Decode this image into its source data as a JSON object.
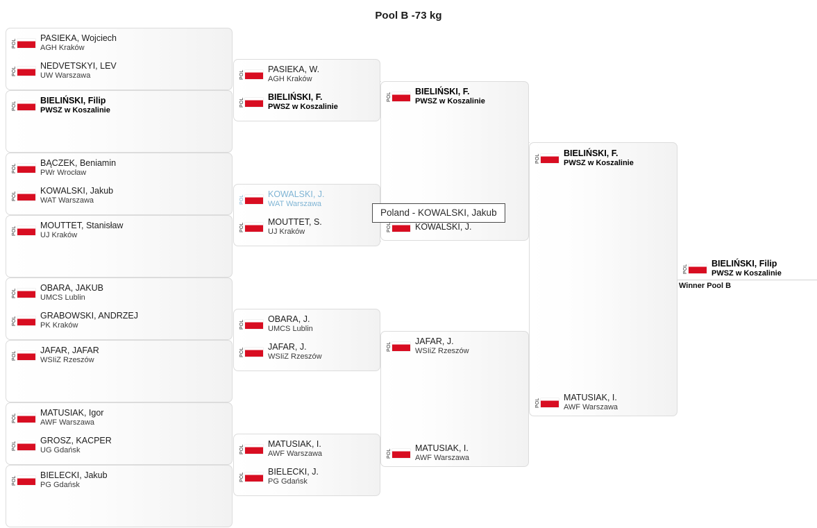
{
  "page": {
    "title": "Pool B -73 kg",
    "winner_label": "Winner Pool B",
    "accent_red": "#d80d21",
    "highlight_blue": "#7fb4d4",
    "ioc_code": "POL"
  },
  "tooltip": {
    "visible": true,
    "text": "Poland - KOWALSKI, Jakub"
  },
  "rounds": {
    "round1": [
      {
        "competitors": [
          {
            "ioc": "POL",
            "name": "PASIEKA, Wojciech",
            "club": "AGH Kraków",
            "winner": false,
            "highlight": false
          },
          {
            "ioc": "POL",
            "name": "NEDVETSKYI, LEV",
            "club": "UW Warszawa",
            "winner": false,
            "highlight": false
          }
        ]
      },
      {
        "competitors": [
          {
            "ioc": "POL",
            "name": "BIELIŃSKI, Filip",
            "club": "PWSZ w Koszalinie",
            "winner": true,
            "highlight": false
          }
        ]
      },
      {
        "competitors": [
          {
            "ioc": "POL",
            "name": "BĄCZEK, Beniamin",
            "club": "PWr Wrocław",
            "winner": false,
            "highlight": false
          },
          {
            "ioc": "POL",
            "name": "KOWALSKI, Jakub",
            "club": "WAT Warszawa",
            "winner": false,
            "highlight": false
          }
        ]
      },
      {
        "competitors": [
          {
            "ioc": "POL",
            "name": "MOUTTET, Stanisław",
            "club": "UJ Kraków",
            "winner": false,
            "highlight": false
          }
        ]
      },
      {
        "competitors": [
          {
            "ioc": "POL",
            "name": "OBARA, JAKUB",
            "club": "UMCS Lublin",
            "winner": false,
            "highlight": false
          },
          {
            "ioc": "POL",
            "name": "GRABOWSKI, ANDRZEJ",
            "club": "PK Kraków",
            "winner": false,
            "highlight": false
          }
        ]
      },
      {
        "competitors": [
          {
            "ioc": "POL",
            "name": "JAFAR, JAFAR",
            "club": "WSIiZ Rzeszów",
            "winner": false,
            "highlight": false
          }
        ]
      },
      {
        "competitors": [
          {
            "ioc": "POL",
            "name": "MATUSIAK, Igor",
            "club": "AWF Warszawa",
            "winner": false,
            "highlight": false
          },
          {
            "ioc": "POL",
            "name": "GROSZ, KACPER",
            "club": "UG Gdańsk",
            "winner": false,
            "highlight": false
          }
        ]
      },
      {
        "competitors": [
          {
            "ioc": "POL",
            "name": "BIELECKI, Jakub",
            "club": "PG Gdańsk",
            "winner": false,
            "highlight": false
          }
        ]
      }
    ],
    "round2": [
      {
        "competitors": [
          {
            "ioc": "POL",
            "name": "PASIEKA, W.",
            "club": "AGH Kraków",
            "winner": false,
            "highlight": false
          },
          {
            "ioc": "POL",
            "name": "BIELIŃSKI, F.",
            "club": "PWSZ w Koszalinie",
            "winner": true,
            "highlight": false
          }
        ]
      },
      {
        "competitors": [
          {
            "ioc": "POL",
            "name": "KOWALSKI, J.",
            "club": "WAT Warszawa",
            "winner": false,
            "highlight": true
          },
          {
            "ioc": "POL",
            "name": "MOUTTET, S.",
            "club": "UJ Kraków",
            "winner": false,
            "highlight": false
          }
        ]
      },
      {
        "competitors": [
          {
            "ioc": "POL",
            "name": "OBARA, J.",
            "club": "UMCS Lublin",
            "winner": false,
            "highlight": false
          },
          {
            "ioc": "POL",
            "name": "JAFAR, J.",
            "club": "WSIiZ Rzeszów",
            "winner": false,
            "highlight": false
          }
        ]
      },
      {
        "competitors": [
          {
            "ioc": "POL",
            "name": "MATUSIAK, I.",
            "club": "AWF Warszawa",
            "winner": false,
            "highlight": false
          },
          {
            "ioc": "POL",
            "name": "BIELECKI, J.",
            "club": "PG Gdańsk",
            "winner": false,
            "highlight": false
          }
        ]
      }
    ],
    "round3": [
      {
        "top": {
          "ioc": "POL",
          "name": "BIELIŃSKI, F.",
          "club": "PWSZ w Koszalinie",
          "winner": true,
          "highlight": false
        },
        "bottom": {
          "ioc": "POL",
          "name": "KOWALSKI, J.",
          "club": "",
          "winner": false,
          "highlight": false
        }
      },
      {
        "top": {
          "ioc": "POL",
          "name": "JAFAR, J.",
          "club": "WSIiZ Rzeszów",
          "winner": false,
          "highlight": false
        },
        "bottom": {
          "ioc": "POL",
          "name": "MATUSIAK, I.",
          "club": "AWF Warszawa",
          "winner": false,
          "highlight": false
        }
      }
    ],
    "round4": [
      {
        "top": {
          "ioc": "POL",
          "name": "BIELIŃSKI, F.",
          "club": "PWSZ w Koszalinie",
          "winner": true,
          "highlight": false
        },
        "bottom": {
          "ioc": "POL",
          "name": "MATUSIAK, I.",
          "club": "AWF Warszawa",
          "winner": false,
          "highlight": false
        }
      }
    ],
    "final": {
      "ioc": "POL",
      "name": "BIELIŃSKI, Filip",
      "club": "PWSZ w Koszalinie",
      "winner": true
    }
  }
}
